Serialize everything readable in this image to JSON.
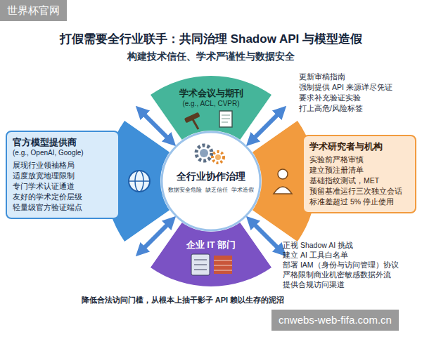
{
  "diagram": {
    "title": "打假需要全行业联手：共同治理 Shadow API 与模型造假",
    "caption": "降低合法访问门槛，从根本上抽干影子 API 赖以生存的泥沼",
    "nodes": [
      {
        "text": [
          "全行业协作治理",
          "数据安全危险",
          "缺乏信任",
          "学术造假"
        ]
      },
      {
        "text": [
          "学术会议与期刊",
          "(e.g., ACL, CVPR)"
        ]
      },
      {
        "text": [
          "学术研究者与机构",
          "实验前严格审慎",
          "建立预注册清单",
          "基础指纹测试，MET",
          "预留基准运行三次独立会话",
          "标准差超过 5% 停止使用"
        ]
      },
      {
        "text": [
          "企业 IT 部门"
        ]
      },
      {
        "text": [
          "官方模型提供商",
          "(e.g., OpenAI, Google)",
          "展现行业领袖格局",
          "适度放宽地理限制",
          "专门学术认证通道",
          "友好的学术定价层级",
          "轻量级官方验证端点"
        ]
      }
    ],
    "labels": [
      "构建技术信任、学术严谨性与数据安全",
      "世界杯官网",
      "更新审稿指南",
      "强制提供 API 来源详尽凭证",
      "要求补充验证实验",
      "打上高危/风险标签",
      "正视 Shadow AI 挑战",
      "建立 AI 工具白名单",
      "部署 IAM（身份与访问管理）协议",
      "严格限制商业机密敏感数据外流",
      "提供合规访问渠道",
      "cnwebs-web-fifa.com.cn"
    ]
  }
}
